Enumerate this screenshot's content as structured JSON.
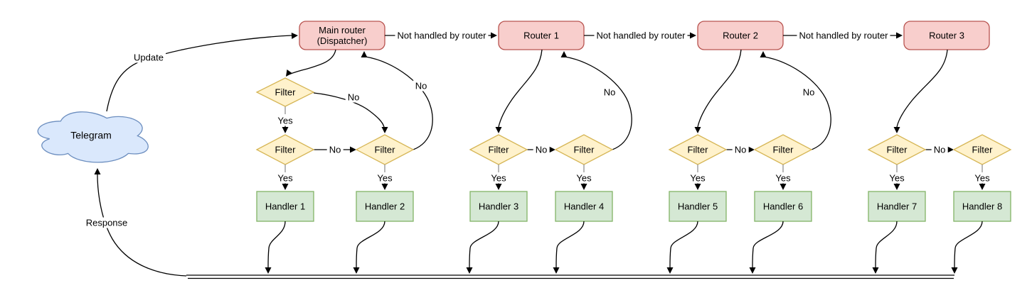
{
  "labels": {
    "telegram": "Telegram",
    "update": "Update",
    "response": "Response",
    "not_handled_by_router": "Not handled by router",
    "filter": "Filter",
    "yes": "Yes",
    "no": "No"
  },
  "nodes": {
    "main_router": {
      "line1": "Main router",
      "line2": "(Dispatcher)"
    },
    "routers": [
      "Router 1",
      "Router 2",
      "Router 3"
    ],
    "handlers": [
      "Handler 1",
      "Handler 2",
      "Handler 3",
      "Handler 4",
      "Handler 5",
      "Handler 6",
      "Handler 7",
      "Handler 8"
    ]
  },
  "colors": {
    "router_fill": "#f8cecc",
    "router_stroke": "#b85450",
    "filter_fill": "#fff2cc",
    "filter_stroke": "#d6b656",
    "handler_fill": "#d5e8d4",
    "handler_stroke": "#82b366",
    "cloud_fill": "#dae8fc",
    "cloud_stroke": "#6c8ebf",
    "edge": "#000000",
    "yes_stub": "#999999",
    "label_text": "#000000",
    "background": "#ffffff"
  }
}
